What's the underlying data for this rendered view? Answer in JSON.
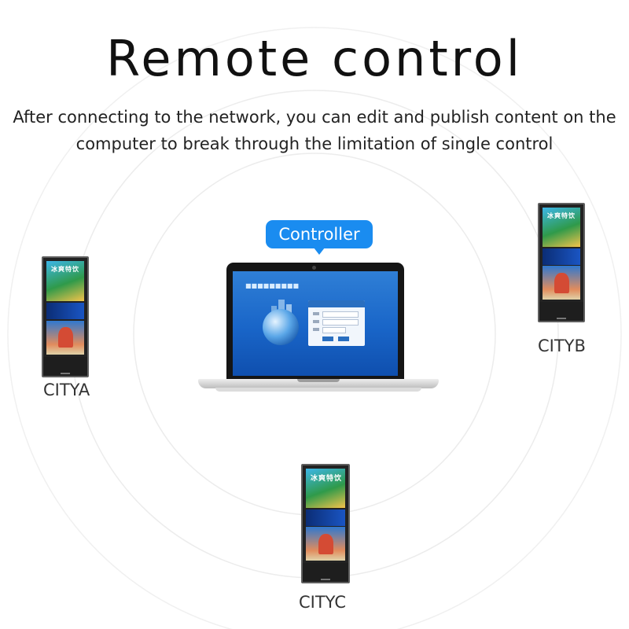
{
  "page": {
    "title": "Remote control",
    "subtitle_lines": [
      "After connecting to the network, you can edit and publish content on the",
      "computer to break through the limitation of single control"
    ]
  },
  "controller": {
    "label": "Controller",
    "accent_color": "#1a8cf0"
  },
  "devices": [
    {
      "name": "CITYA",
      "screen_text": "冰爽特饮"
    },
    {
      "name": "CITYB",
      "screen_text": "冰爽特饮"
    },
    {
      "name": "CITYC",
      "screen_text": "冰爽特饮"
    }
  ],
  "icons": [
    "laptop-icon",
    "kiosk-display-icon",
    "globe-icon",
    "signal-ring-icon"
  ]
}
